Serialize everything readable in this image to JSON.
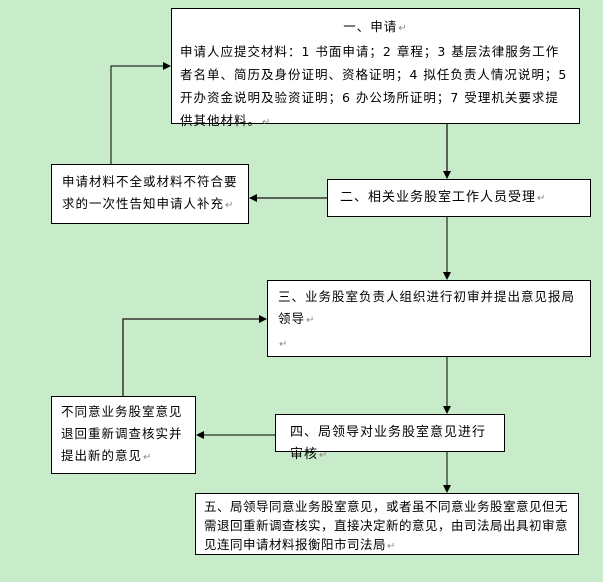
{
  "flowchart": {
    "step1": {
      "title": "一、申请",
      "body": "申请人应提交材料：1 书面申请；2 章程；3 基层法律服务工作者名单、简历及身份证明、资格证明；4 拟任负责人情况说明；5 开办资金说明及验资证明；6 办公场所证明；7 受理机关要求提供其他材料。"
    },
    "step2": {
      "text": "二、相关业务股室工作人员受理"
    },
    "step2_reject": {
      "text": "申请材料不全或材料不符合要求的一次性告知申请人补充"
    },
    "step3": {
      "text": "三、业务股室负责人组织进行初审并提出意见报局领导"
    },
    "step4": {
      "text": "四、局领导对业务股室意见进行审核"
    },
    "step4_reject": {
      "text": "不同意业务股室意见退回重新调查核实并提出新的意见"
    },
    "step5": {
      "text": "五、局领导同意业务股室意见，或者虽不同意业务股室意见但无需退回重新调查核实，直接决定新的意见，由司法局出具初审意见连同申请材料报衡阳市司法局"
    },
    "paragraph_mark": "↵"
  },
  "colors": {
    "background": "#c8ebca",
    "box_fill": "#ffffff",
    "line": "#000000"
  }
}
